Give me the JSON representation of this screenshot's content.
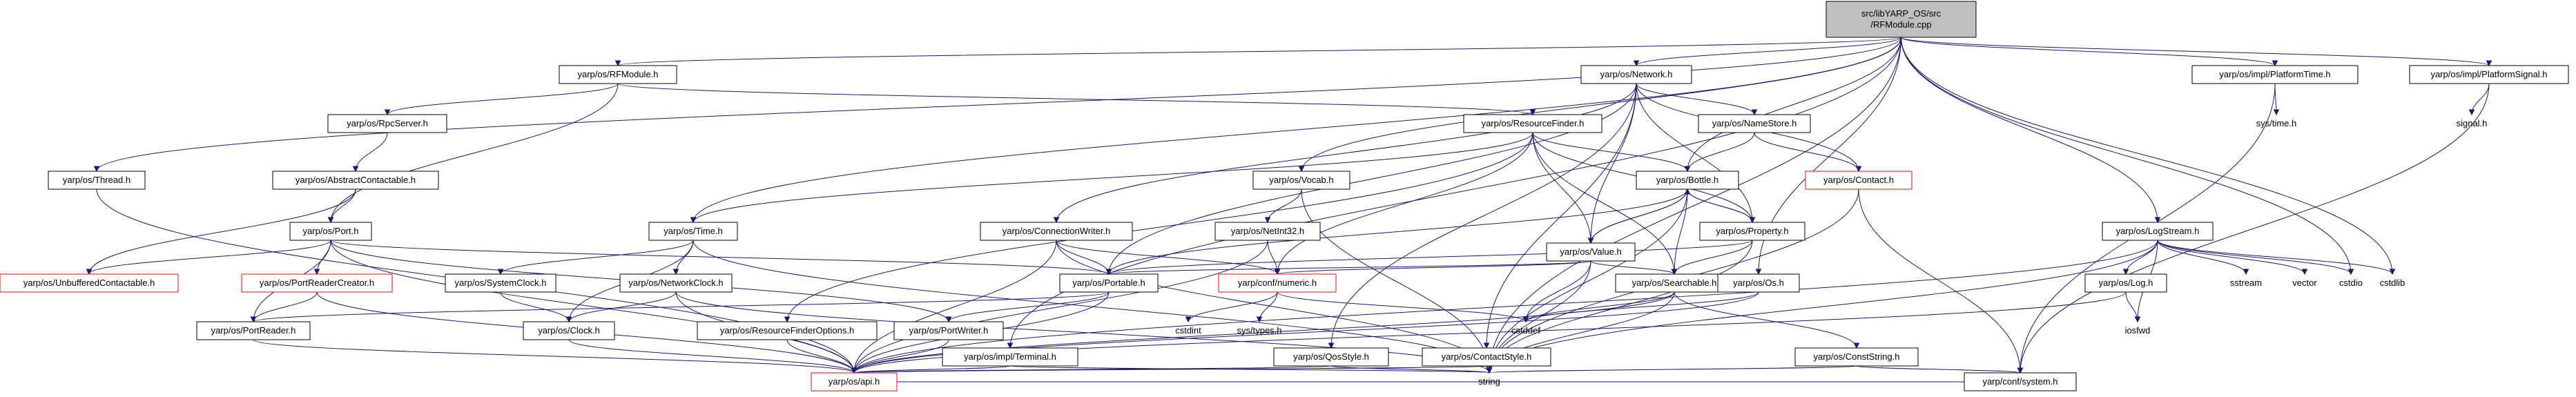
{
  "diagram": {
    "colors": {
      "edge": "#191970",
      "root_fill": "#bfbfbf",
      "node_fill": "#ffffff",
      "node_stroke": "#000000",
      "missing_stroke": "#ff0000"
    },
    "nodes": [
      {
        "id": "root",
        "kind": "root",
        "lines": [
          "src/libYARP_OS/src",
          "/RFModule.cpp"
        ]
      },
      {
        "id": "rfmodule_h",
        "kind": "normal",
        "lines": [
          "yarp/os/RFModule.h"
        ]
      },
      {
        "id": "network_h",
        "kind": "normal",
        "lines": [
          "yarp/os/Network.h"
        ]
      },
      {
        "id": "platformtime_h",
        "kind": "normal",
        "lines": [
          "yarp/os/impl/PlatformTime.h"
        ]
      },
      {
        "id": "platformsignal_h",
        "kind": "normal",
        "lines": [
          "yarp/os/impl/PlatformSignal.h"
        ]
      },
      {
        "id": "rpcserver_h",
        "kind": "normal",
        "lines": [
          "yarp/os/RpcServer.h"
        ]
      },
      {
        "id": "resourcefinder_h",
        "kind": "normal",
        "lines": [
          "yarp/os/ResourceFinder.h"
        ]
      },
      {
        "id": "namestore_h",
        "kind": "normal",
        "lines": [
          "yarp/os/NameStore.h"
        ]
      },
      {
        "id": "systime_h",
        "kind": "plain",
        "lines": [
          "sys/time.h"
        ]
      },
      {
        "id": "signal_h",
        "kind": "plain",
        "lines": [
          "signal.h"
        ]
      },
      {
        "id": "thread_h",
        "kind": "normal",
        "lines": [
          "yarp/os/Thread.h"
        ]
      },
      {
        "id": "abstractcontactable_h",
        "kind": "normal",
        "lines": [
          "yarp/os/AbstractContactable.h"
        ]
      },
      {
        "id": "vocab_h",
        "kind": "normal",
        "lines": [
          "yarp/os/Vocab.h"
        ]
      },
      {
        "id": "bottle_h",
        "kind": "normal",
        "lines": [
          "yarp/os/Bottle.h"
        ]
      },
      {
        "id": "contact_h",
        "kind": "red",
        "lines": [
          "yarp/os/Contact.h"
        ]
      },
      {
        "id": "port_h",
        "kind": "normal",
        "lines": [
          "yarp/os/Port.h"
        ]
      },
      {
        "id": "time_h",
        "kind": "normal",
        "lines": [
          "yarp/os/Time.h"
        ]
      },
      {
        "id": "connectionwriter_h",
        "kind": "normal",
        "lines": [
          "yarp/os/ConnectionWriter.h"
        ]
      },
      {
        "id": "netint32_h",
        "kind": "normal",
        "lines": [
          "yarp/os/NetInt32.h"
        ]
      },
      {
        "id": "value_h",
        "kind": "normal",
        "lines": [
          "yarp/os/Value.h"
        ]
      },
      {
        "id": "property_h",
        "kind": "normal",
        "lines": [
          "yarp/os/Property.h"
        ]
      },
      {
        "id": "logstream_h",
        "kind": "normal",
        "lines": [
          "yarp/os/LogStream.h"
        ]
      },
      {
        "id": "unbuffered_h",
        "kind": "red",
        "lines": [
          "yarp/os/UnbufferedContactable.h"
        ]
      },
      {
        "id": "portreadercreator_h",
        "kind": "red",
        "lines": [
          "yarp/os/PortReaderCreator.h"
        ]
      },
      {
        "id": "systemclock_h",
        "kind": "normal",
        "lines": [
          "yarp/os/SystemClock.h"
        ]
      },
      {
        "id": "networkclock_h",
        "kind": "normal",
        "lines": [
          "yarp/os/NetworkClock.h"
        ]
      },
      {
        "id": "portable_h",
        "kind": "normal",
        "lines": [
          "yarp/os/Portable.h"
        ]
      },
      {
        "id": "numeric_h",
        "kind": "red",
        "lines": [
          "yarp/conf/numeric.h"
        ]
      },
      {
        "id": "searchable_h",
        "kind": "normal",
        "lines": [
          "yarp/os/Searchable.h"
        ]
      },
      {
        "id": "os_h",
        "kind": "normal",
        "lines": [
          "yarp/os/Os.h"
        ]
      },
      {
        "id": "log_h",
        "kind": "normal",
        "lines": [
          "yarp/os/Log.h"
        ]
      },
      {
        "id": "sstream",
        "kind": "plain",
        "lines": [
          "sstream"
        ]
      },
      {
        "id": "vector",
        "kind": "plain",
        "lines": [
          "vector"
        ]
      },
      {
        "id": "cstdio",
        "kind": "plain",
        "lines": [
          "cstdio"
        ]
      },
      {
        "id": "cstdlib",
        "kind": "plain",
        "lines": [
          "cstdlib"
        ]
      },
      {
        "id": "cstdint",
        "kind": "plain",
        "lines": [
          "cstdint"
        ]
      },
      {
        "id": "systypes_h",
        "kind": "plain",
        "lines": [
          "sys/types.h"
        ]
      },
      {
        "id": "cstddef",
        "kind": "plain",
        "lines": [
          "cstddef"
        ]
      },
      {
        "id": "iosfwd",
        "kind": "plain",
        "lines": [
          "iosfwd"
        ]
      },
      {
        "id": "portreader_h",
        "kind": "normal",
        "lines": [
          "yarp/os/PortReader.h"
        ]
      },
      {
        "id": "clock_h",
        "kind": "normal",
        "lines": [
          "yarp/os/Clock.h"
        ]
      },
      {
        "id": "resourcefinderoptions_h",
        "kind": "normal",
        "lines": [
          "yarp/os/ResourceFinderOptions.h"
        ]
      },
      {
        "id": "portwriter_h",
        "kind": "normal",
        "lines": [
          "yarp/os/PortWriter.h"
        ]
      },
      {
        "id": "terminal_h",
        "kind": "normal",
        "lines": [
          "yarp/os/impl/Terminal.h"
        ]
      },
      {
        "id": "qosstyle_h",
        "kind": "normal",
        "lines": [
          "yarp/os/QosStyle.h"
        ]
      },
      {
        "id": "contactstyle_h",
        "kind": "normal",
        "lines": [
          "yarp/os/ContactStyle.h"
        ]
      },
      {
        "id": "conststring_h",
        "kind": "normal",
        "lines": [
          "yarp/os/ConstString.h"
        ]
      },
      {
        "id": "api_h",
        "kind": "red",
        "lines": [
          "yarp/os/api.h"
        ]
      },
      {
        "id": "string",
        "kind": "plain",
        "lines": [
          "string"
        ]
      },
      {
        "id": "system_h",
        "kind": "normal",
        "lines": [
          "yarp/conf/system.h"
        ]
      }
    ],
    "edges": [
      [
        "root",
        "rfmodule_h"
      ],
      [
        "root",
        "network_h"
      ],
      [
        "root",
        "platformtime_h"
      ],
      [
        "root",
        "platformsignal_h"
      ],
      [
        "root",
        "thread_h"
      ],
      [
        "root",
        "time_h"
      ],
      [
        "root",
        "vocab_h"
      ],
      [
        "root",
        "bottle_h"
      ],
      [
        "root",
        "terminal_h"
      ],
      [
        "root",
        "os_h"
      ],
      [
        "root",
        "logstream_h"
      ],
      [
        "root",
        "cstdio"
      ],
      [
        "root",
        "cstdlib"
      ],
      [
        "root",
        "string"
      ],
      [
        "rfmodule_h",
        "rpcserver_h"
      ],
      [
        "rfmodule_h",
        "resourcefinder_h"
      ],
      [
        "rfmodule_h",
        "port_h"
      ],
      [
        "network_h",
        "namestore_h"
      ],
      [
        "network_h",
        "contact_h"
      ],
      [
        "network_h",
        "portable_h"
      ],
      [
        "network_h",
        "value_h"
      ],
      [
        "network_h",
        "property_h"
      ],
      [
        "network_h",
        "qosstyle_h"
      ],
      [
        "network_h",
        "contactstyle_h"
      ],
      [
        "network_h",
        "connectionwriter_h"
      ],
      [
        "platformtime_h",
        "systime_h"
      ],
      [
        "platformtime_h",
        "system_h"
      ],
      [
        "platformsignal_h",
        "signal_h"
      ],
      [
        "platformsignal_h",
        "system_h"
      ],
      [
        "rpcserver_h",
        "abstractcontactable_h"
      ],
      [
        "abstractcontactable_h",
        "port_h"
      ],
      [
        "abstractcontactable_h",
        "unbuffered_h"
      ],
      [
        "resourcefinder_h",
        "bottle_h"
      ],
      [
        "resourcefinder_h",
        "property_h"
      ],
      [
        "resourcefinder_h",
        "searchable_h"
      ],
      [
        "resourcefinder_h",
        "time_h"
      ],
      [
        "resourcefinder_h",
        "resourcefinderoptions_h"
      ],
      [
        "resourcefinder_h",
        "value_h"
      ],
      [
        "resourcefinder_h",
        "numeric_h"
      ],
      [
        "namestore_h",
        "bottle_h"
      ],
      [
        "namestore_h",
        "contact_h"
      ],
      [
        "thread_h",
        "api_h"
      ],
      [
        "vocab_h",
        "netint32_h"
      ],
      [
        "vocab_h",
        "string"
      ],
      [
        "bottle_h",
        "value_h"
      ],
      [
        "bottle_h",
        "property_h"
      ],
      [
        "bottle_h",
        "searchable_h"
      ],
      [
        "bottle_h",
        "portable_h"
      ],
      [
        "bottle_h",
        "string"
      ],
      [
        "contact_h",
        "string"
      ],
      [
        "contact_h",
        "system_h"
      ],
      [
        "port_h",
        "unbuffered_h"
      ],
      [
        "port_h",
        "portreadercreator_h"
      ],
      [
        "port_h",
        "portreader_h"
      ],
      [
        "port_h",
        "portable_h"
      ],
      [
        "port_h",
        "portwriter_h"
      ],
      [
        "port_h",
        "api_h"
      ],
      [
        "time_h",
        "systemclock_h"
      ],
      [
        "time_h",
        "networkclock_h"
      ],
      [
        "time_h",
        "clock_h"
      ],
      [
        "time_h",
        "string"
      ],
      [
        "connectionwriter_h",
        "portable_h"
      ],
      [
        "connectionwriter_h",
        "numeric_h"
      ],
      [
        "connectionwriter_h",
        "api_h"
      ],
      [
        "connectionwriter_h",
        "string"
      ],
      [
        "netint32_h",
        "numeric_h"
      ],
      [
        "netint32_h",
        "api_h"
      ],
      [
        "value_h",
        "bottle_h"
      ],
      [
        "value_h",
        "searchable_h"
      ],
      [
        "value_h",
        "portable_h"
      ],
      [
        "value_h",
        "numeric_h"
      ],
      [
        "value_h",
        "cstddef"
      ],
      [
        "value_h",
        "string"
      ],
      [
        "property_h",
        "bottle_h"
      ],
      [
        "property_h",
        "searchable_h"
      ],
      [
        "property_h",
        "portable_h"
      ],
      [
        "property_h",
        "string"
      ],
      [
        "logstream_h",
        "log_h"
      ],
      [
        "logstream_h",
        "sstream"
      ],
      [
        "logstream_h",
        "vector"
      ],
      [
        "logstream_h",
        "cstdio"
      ],
      [
        "logstream_h",
        "cstdlib"
      ],
      [
        "logstream_h",
        "iosfwd"
      ],
      [
        "logstream_h",
        "api_h"
      ],
      [
        "logstream_h",
        "string"
      ],
      [
        "portreadercreator_h",
        "portreader_h"
      ],
      [
        "portreadercreator_h",
        "api_h"
      ],
      [
        "systemclock_h",
        "clock_h"
      ],
      [
        "networkclock_h",
        "clock_h"
      ],
      [
        "networkclock_h",
        "api_h"
      ],
      [
        "networkclock_h",
        "string"
      ],
      [
        "portable_h",
        "portreader_h"
      ],
      [
        "portable_h",
        "portwriter_h"
      ],
      [
        "portable_h",
        "api_h"
      ],
      [
        "numeric_h",
        "cstdint"
      ],
      [
        "numeric_h",
        "systypes_h"
      ],
      [
        "numeric_h",
        "cstddef"
      ],
      [
        "searchable_h",
        "cstddef"
      ],
      [
        "searchable_h",
        "conststring_h"
      ],
      [
        "searchable_h",
        "api_h"
      ],
      [
        "searchable_h",
        "string"
      ],
      [
        "os_h",
        "cstddef"
      ],
      [
        "os_h",
        "api_h"
      ],
      [
        "log_h",
        "iosfwd"
      ],
      [
        "log_h",
        "api_h"
      ],
      [
        "portreader_h",
        "api_h"
      ],
      [
        "clock_h",
        "api_h"
      ],
      [
        "resourcefinderoptions_h",
        "api_h"
      ],
      [
        "portwriter_h",
        "api_h"
      ],
      [
        "terminal_h",
        "string"
      ],
      [
        "terminal_h",
        "api_h"
      ],
      [
        "qosstyle_h",
        "api_h"
      ],
      [
        "qosstyle_h",
        "string"
      ],
      [
        "contactstyle_h",
        "api_h"
      ],
      [
        "contactstyle_h",
        "string"
      ],
      [
        "conststring_h",
        "string"
      ],
      [
        "conststring_h",
        "system_h"
      ],
      [
        "api_h",
        "system_h"
      ]
    ]
  }
}
